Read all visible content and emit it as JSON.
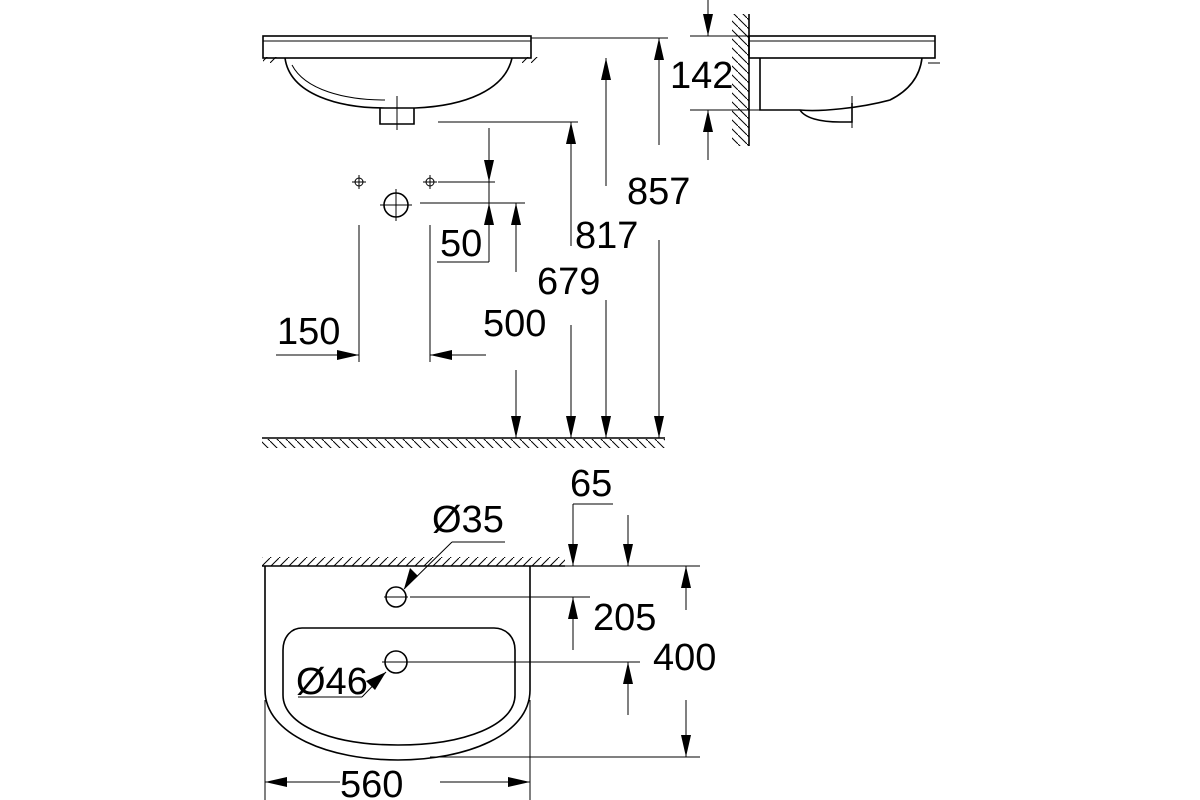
{
  "dimensions": {
    "wall_depth": "142",
    "overall_height": "857",
    "rim_height": "817",
    "waste_height": "679",
    "tap_hole_offset": "50",
    "fixing_height": "500",
    "fixing_spacing": "150",
    "tap_hole_setback": "65",
    "tap_hole_diameter": "Ø35",
    "waste_distance": "205",
    "basin_depth": "400",
    "waste_diameter": "Ø46",
    "basin_width": "560"
  }
}
